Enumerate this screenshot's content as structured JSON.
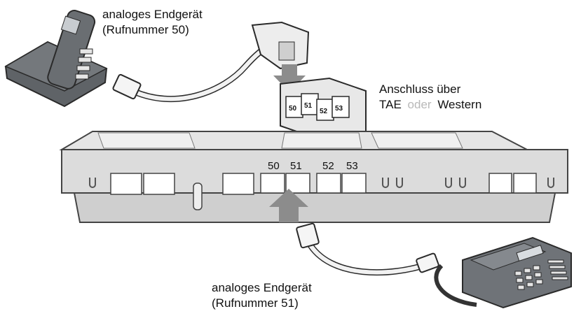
{
  "labels": {
    "top_device": {
      "line1": "analoges Endgerät",
      "line2": "(Rufnummer 50)"
    },
    "bottom_device": {
      "line1": "analoges Endgerät",
      "line2": "(Rufnummer 51)"
    },
    "connection": {
      "line1": "Anschluss über",
      "line2_a": "TAE",
      "line2_or": "oder",
      "line2_b": "Western"
    }
  },
  "ports": [
    "50",
    "51",
    "52",
    "53"
  ],
  "adapter_ports": [
    "50",
    "51",
    "52",
    "53"
  ],
  "colors": {
    "device": "#d9d9d9",
    "device_edge": "#555555",
    "arrow": "#8c8c8c",
    "phone": "#6f7378",
    "text_muted": "#b9b9b9"
  }
}
